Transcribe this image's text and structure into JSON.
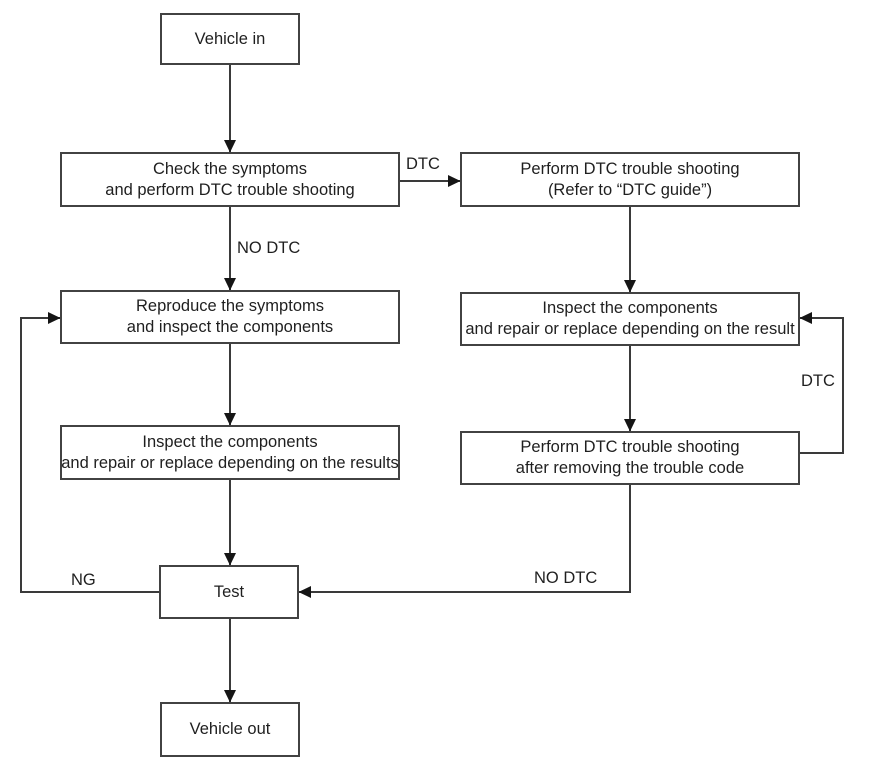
{
  "nodes": {
    "vehicle_in": {
      "lines": [
        "Vehicle in"
      ]
    },
    "check_symptoms": {
      "lines": [
        "Check the symptoms",
        "and perform DTC trouble shooting"
      ]
    },
    "perform_dtc_guide": {
      "lines": [
        "Perform DTC trouble shooting",
        "(Refer to “DTC guide”)"
      ]
    },
    "reproduce_symptoms": {
      "lines": [
        "Reproduce the symptoms",
        "and inspect the components"
      ]
    },
    "inspect_right": {
      "lines": [
        "Inspect the components",
        "and repair or replace depending on the result"
      ]
    },
    "inspect_left": {
      "lines": [
        "Inspect the components",
        "and repair or replace depending on the results"
      ]
    },
    "perform_dtc_after": {
      "lines": [
        "Perform DTC trouble shooting",
        "after removing the trouble code"
      ]
    },
    "test": {
      "lines": [
        "Test"
      ]
    },
    "vehicle_out": {
      "lines": [
        "Vehicle out"
      ]
    }
  },
  "edge_labels": {
    "dtc_top": "DTC",
    "no_dtc_upper": "NO DTC",
    "dtc_loop": "DTC",
    "ng": "NG",
    "no_dtc_lower": "NO DTC"
  },
  "colors": {
    "background": "#ffffff",
    "line": "#3a3a3a",
    "border": "#424242",
    "arrow": "#151515",
    "text": "#1f1f1f"
  }
}
